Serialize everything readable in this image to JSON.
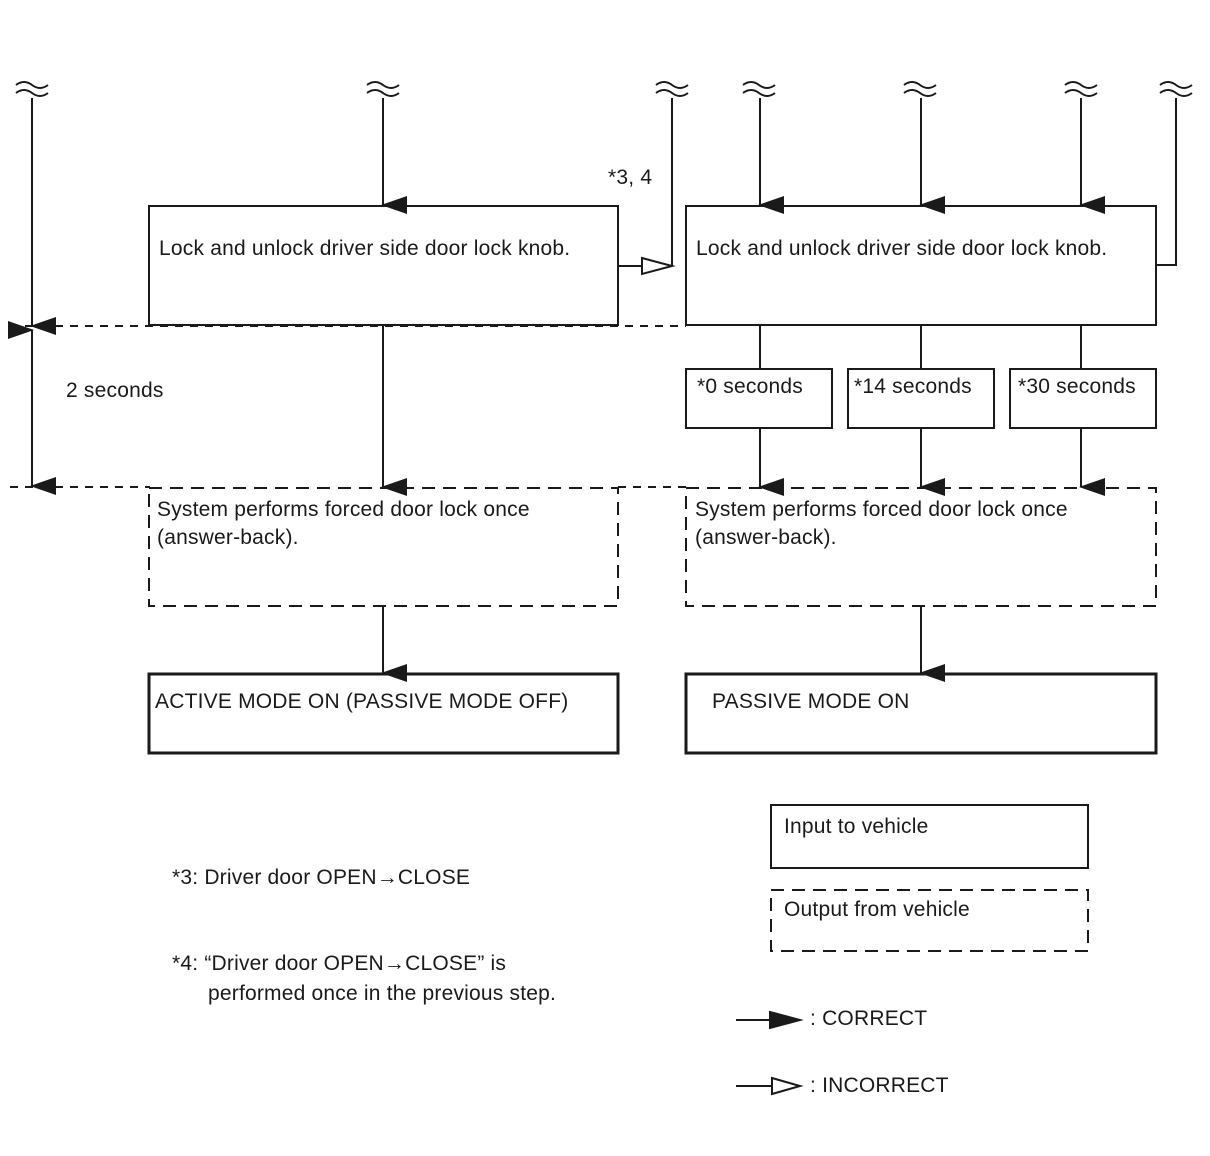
{
  "boxes": {
    "left_input": "Lock and unlock driver side door lock knob.",
    "right_input": "Lock and unlock driver side door lock knob.",
    "timer_0": "*0 seconds",
    "timer_14": "*14 seconds",
    "timer_30": "*30 seconds",
    "left_output_line1": "System performs forced door lock once",
    "left_output_line2": "(answer-back).",
    "right_output_line1": "System performs forced door lock once",
    "right_output_line2": "(answer-back).",
    "left_result": "ACTIVE MODE ON (PASSIVE MODE OFF)",
    "right_result": "PASSIVE MODE ON"
  },
  "labels": {
    "two_seconds": "2 seconds",
    "incorrect_branch": "*3, 4"
  },
  "notes": {
    "note3": "*3: Driver door OPEN→CLOSE",
    "note4_line1": "*4: “Driver door OPEN→CLOSE” is",
    "note4_line2": "performed once in the previous step."
  },
  "legend": {
    "input": "Input to vehicle",
    "output": "Output from vehicle",
    "correct": ": CORRECT",
    "incorrect": ": INCORRECT"
  }
}
